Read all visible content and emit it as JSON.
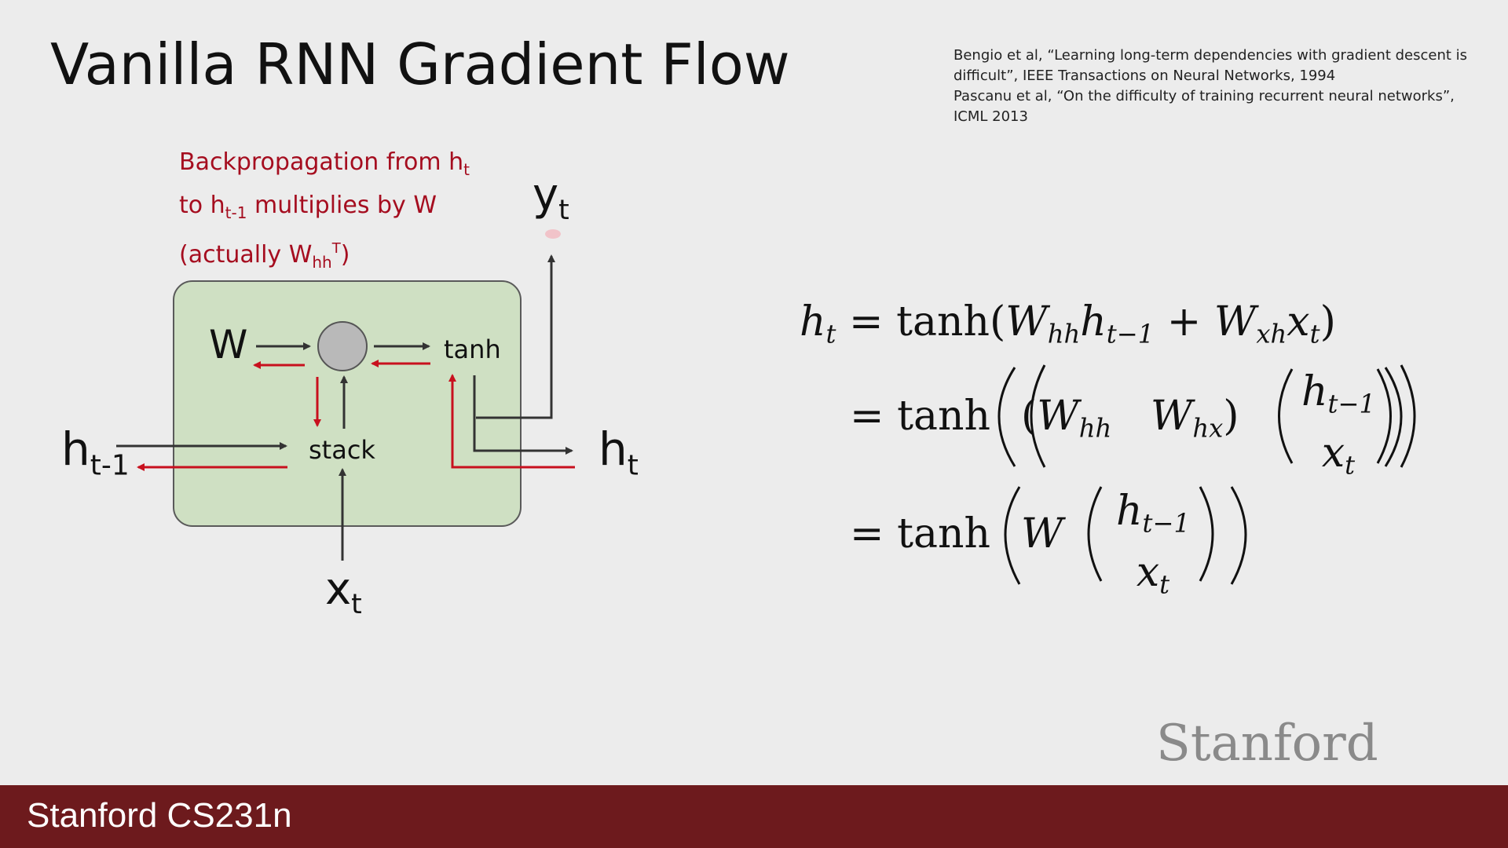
{
  "slide": {
    "title": "Vanilla RNN Gradient Flow",
    "references": [
      "Bengio et al, “Learning long-term dependencies with gradient descent is difficult”, IEEE Transactions on Neural Networks, 1994",
      "Pascanu et al, “On the difficulty of training recurrent neural networks”, ICML 2013"
    ]
  },
  "caption": {
    "line1": "Backpropagation from h",
    "line1_sub": "t",
    "line2_a": "to h",
    "line2_sub": "t-1",
    "line2_b": " multiplies by W",
    "line3_a": "(actually W",
    "line3_sub": "hh",
    "line3_sup": "T",
    "line3_b": ")"
  },
  "diagram": {
    "w_label": "W",
    "tanh_label": "tanh",
    "stack_label": "stack",
    "h_prev": "h",
    "h_prev_sub": "t-1",
    "h_out": "h",
    "h_out_sub": "t",
    "x_in": "x",
    "x_in_sub": "t",
    "y_out": "y",
    "y_out_sub": "t",
    "colors": {
      "cell_fill": "#cfe0c3",
      "cell_border": "#5a5a5a",
      "forward_arrow": "#333333",
      "backward_arrow": "#c8101e",
      "node_fill": "#b9b9b9"
    }
  },
  "equations": {
    "line1": "h_t = tanh(W_hh h_{t-1} + W_xh x_t)",
    "line2": "= tanh((W_hh W_hx)(h_{t-1}; x_t))",
    "line3": "= tanh(W (h_{t-1}; x_t))"
  },
  "footer": {
    "course": "Stanford CS231n",
    "wordmark": "Stanford"
  }
}
